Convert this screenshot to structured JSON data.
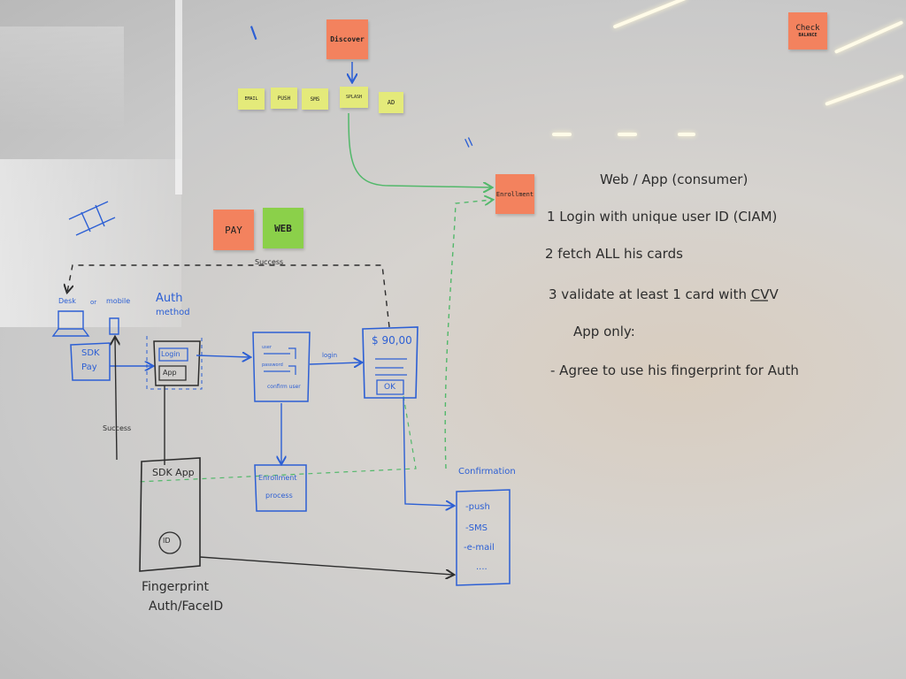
{
  "stickies": {
    "discover": "Discover",
    "check_balance_1": "Check",
    "check_balance_2": "BALANCE",
    "email": "EMAIL",
    "push": "PUSH",
    "sms": "SMS",
    "splash": "SPLASH",
    "ad": "AD",
    "enrollment": "Enrollment",
    "pay": "PAY",
    "web": "WEB"
  },
  "roman": {
    "one": "I",
    "two": "II",
    "three": "III"
  },
  "flow": {
    "success_top": "Success",
    "desk": "Desk",
    "or": "or",
    "mobile": "mobile",
    "auth_method_1": "Auth",
    "auth_method_2": "method",
    "sdk_pay_1": "SDK",
    "sdk_pay_2": "Pay",
    "login_box": "Login",
    "app_box": "App",
    "user": "user",
    "password": "password",
    "confirm_user": "confirm user",
    "login_arrow": "login",
    "amount": "$ 90,00",
    "ok": "OK",
    "success_left": "Success",
    "sdk_app": "SDK App",
    "enrollment_process_1": "Enrollment",
    "enrollment_process_2": "process",
    "confirmation": "Confirmation",
    "conf_items": [
      "-push",
      "-SMS",
      "-e-mail",
      "...."
    ],
    "fingerprint_1": "Fingerprint",
    "fingerprint_2": "Auth/FaceID",
    "id_icon": "ID"
  },
  "notes": {
    "heading": "Web / App (consumer)",
    "line1": "1 Login with unique user ID (CIAM)",
    "line2": "2 fetch ALL his cards",
    "line3": "3 validate at least 1 card with CVV",
    "line4": "App only:",
    "line5": "- Agree to use his fingerprint for Auth"
  },
  "colors": {
    "marker_blue": "#2c5fd4",
    "marker_black": "#2d2d2d",
    "marker_green": "#52b86a",
    "sticky_orange": "#f3825e",
    "sticky_yellow": "#e4ea7a",
    "sticky_green": "#8bd04a"
  }
}
